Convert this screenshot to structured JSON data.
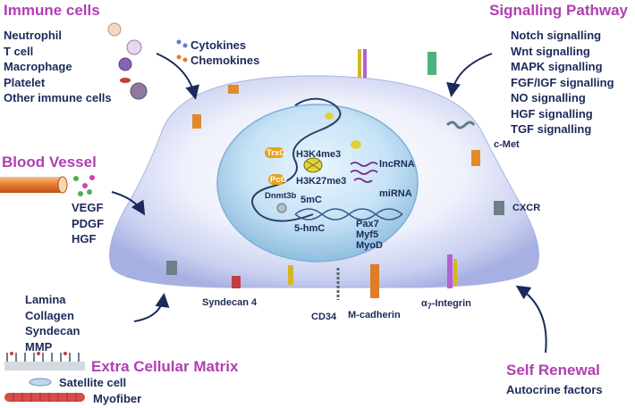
{
  "immune": {
    "heading": "Immune cells",
    "items": [
      "Neutrophil",
      "T cell",
      "Macrophage",
      "Platelet",
      "Other immune cells"
    ],
    "cytokines": "Cytokines",
    "chemokines": "Chemokines"
  },
  "signalling": {
    "heading": "Signalling Pathway",
    "items": [
      "Notch signalling",
      "Wnt signalling",
      "MAPK signalling",
      "FGF/IGF signalling",
      "NO signalling",
      "HGF signalling",
      "TGF signalling"
    ]
  },
  "blood": {
    "heading": "Blood Vessel",
    "items": [
      "VEGF",
      "PDGF",
      "HGF"
    ]
  },
  "ecm": {
    "items": [
      "Lamina",
      "Collagen",
      "Syndecan",
      "MMP"
    ],
    "heading": "Extra Cellular Matrix",
    "satellite": "Satellite cell",
    "myofiber": "Myofiber"
  },
  "self_renewal": {
    "heading": "Self Renewal",
    "sub": "Autocrine factors"
  },
  "receptors": {
    "cmet": "c-Met",
    "cxcr": "CXCR",
    "syndecan4": "Syndecan 4",
    "cd34": "CD34",
    "mcadherin": "M-cadherin",
    "integrin_prefix": "α",
    "integrin_sub": "7",
    "integrin_suffix": "-Integrin"
  },
  "nucleus": {
    "h3k4": "H3K4me3",
    "h3k27": "H3K27me3",
    "trxg": "TrxG",
    "pcg": "PcG",
    "dnmt": "Dnmt3b",
    "mc5": "5mC",
    "hmc": "5-hmC",
    "lncrna": "lncRNA",
    "mirna": "miRNA",
    "genes": [
      "Pax7",
      "Myf5",
      "MyoD"
    ]
  },
  "colors": {
    "heading": "#b03fb2",
    "text": "#1c2a5a",
    "arrow": "#1c2a5a"
  }
}
